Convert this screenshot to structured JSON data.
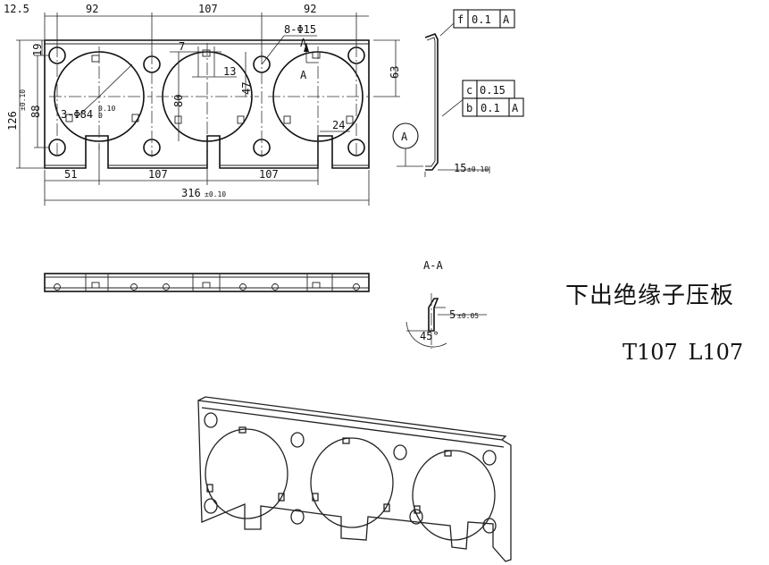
{
  "part": {
    "name_cn": "下出绝缘子压板",
    "model_code": "T107 L107"
  },
  "dimensions": {
    "top_chain": [
      "12.5",
      "92",
      "107",
      "92"
    ],
    "left_top": "19",
    "left_outer": "126",
    "left_outer_tol": "±0.10",
    "left_inner": "88",
    "hole_callout": "8-Φ15",
    "slot_width": "7",
    "slot_depth": "13",
    "big_hole": "3-Φ84",
    "big_hole_tol": "0.10",
    "big_hole_tol_lower": "0",
    "height_80": "80",
    "height_47": "47",
    "right_63": "63",
    "dim_24": "24",
    "bottom_chain": [
      "51",
      "107",
      "107"
    ],
    "overall_width": "316",
    "overall_tol": "±0.10",
    "flange": "15",
    "flange_tol": "±0.10",
    "lip": "5",
    "lip_tol": "±0.05",
    "bend_angle": "45°"
  },
  "tolerances": {
    "flatness": [
      "f",
      "0.1",
      "A"
    ],
    "profile": [
      "c",
      "0.15"
    ],
    "parallel": [
      "b",
      "0.1",
      "A"
    ]
  },
  "labels": {
    "section_arrow_top": "A",
    "section_arrow_bottom": "A",
    "datum": "A",
    "section_title": "A-A"
  }
}
